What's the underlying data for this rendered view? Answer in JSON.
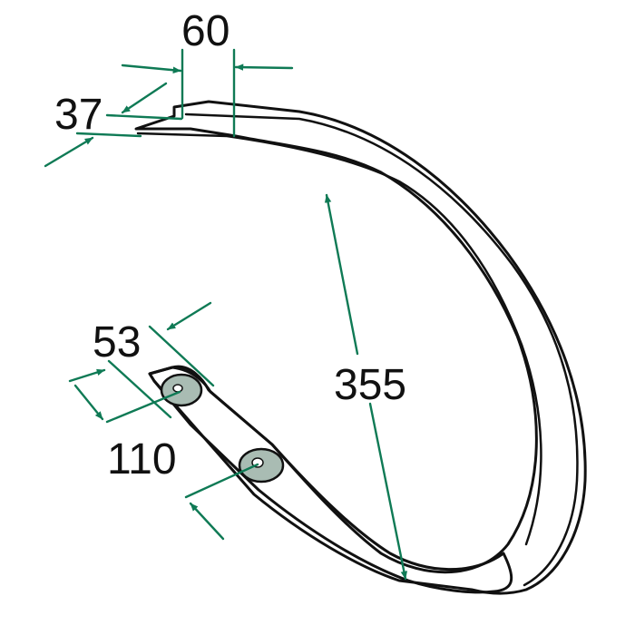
{
  "colors": {
    "blade_fill": "#d2dbd6",
    "blade_fill_dark": "#a9bcb3",
    "outline": "#111111",
    "dimension": "#0f7a55"
  },
  "dimensions": {
    "width_top": "60",
    "thickness_tip": "37",
    "bolt_spacing": "110",
    "mount_width": "53",
    "height": "355"
  }
}
